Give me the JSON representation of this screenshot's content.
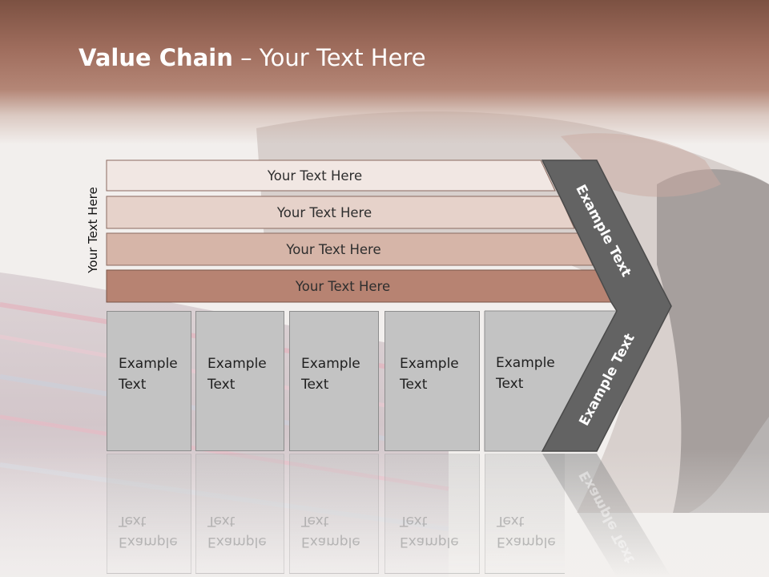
{
  "slide": {
    "title_bold": "Value Chain",
    "title_rest": " – Your Text Here",
    "side_label": "Your Text Here"
  },
  "rows": [
    {
      "label": "Your Text Here"
    },
    {
      "label": "Your Text Here"
    },
    {
      "label": "Your Text Here"
    },
    {
      "label": "Your Text Here"
    }
  ],
  "boxes": [
    {
      "line1": "Example",
      "line2": "Text"
    },
    {
      "line1": "Example",
      "line2": "Text"
    },
    {
      "line1": "Example",
      "line2": "Text"
    },
    {
      "line1": "Example",
      "line2": "Text"
    },
    {
      "line1": "Example",
      "line2": "Text"
    }
  ],
  "chevron": {
    "upper_text": "Example Text",
    "lower_text": "Example Text"
  },
  "colors": {
    "title_band": "#a06e5e",
    "row_1": "#f1e7e3",
    "row_2": "#e6d2ca",
    "row_3": "#d6b5a8",
    "row_4": "#b78372",
    "box_fill": "#c3c3c3",
    "chevron_fill": "#636363"
  }
}
